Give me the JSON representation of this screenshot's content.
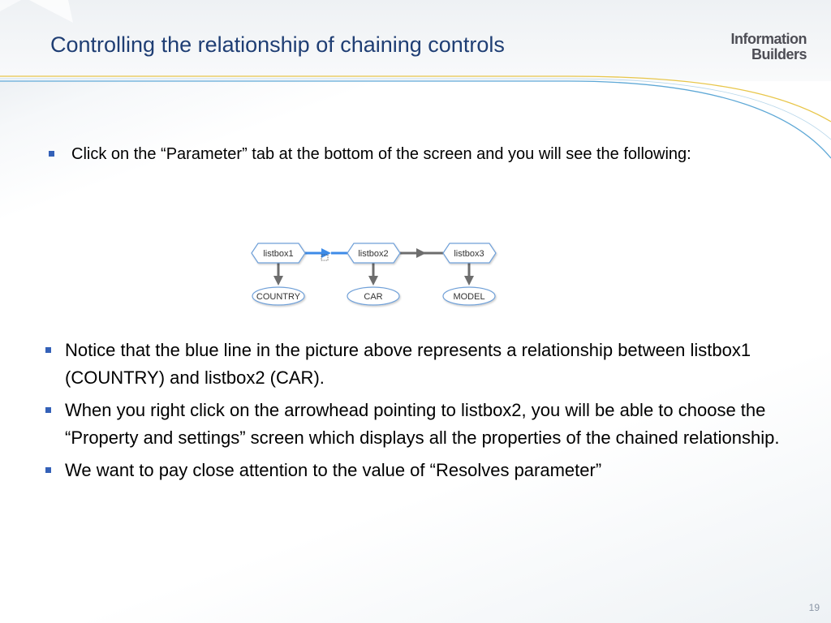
{
  "header": {
    "title": "Controlling the relationship of chaining controls",
    "logo_line1": "Information",
    "logo_line2": "Builders"
  },
  "intro": {
    "text": "Click on the “Parameter” tab  at the bottom of the screen and you will see the following:"
  },
  "diagram": {
    "controls": [
      "listbox1",
      "listbox2",
      "listbox3"
    ],
    "fields": [
      "COUNTRY",
      "CAR",
      "MODEL"
    ],
    "colors": {
      "active_link": "#3d8be8",
      "inactive_link": "#6d6d6d",
      "node_border": "#6fa0d8"
    }
  },
  "bullets": [
    "Notice that the blue line in the picture above represents a relationship between listbox1 (COUNTRY) and listbox2 (CAR).",
    "When you right click on the arrowhead pointing to listbox2,  you will be able to choose the “Property and settings” screen which displays all the properties of the  chained relationship.",
    "We want to pay close attention to the value of “Resolves parameter”"
  ],
  "footer": {
    "page_number": "19"
  },
  "theme": {
    "title_color": "#1f3e74",
    "bullet_color": "#3461b8"
  }
}
